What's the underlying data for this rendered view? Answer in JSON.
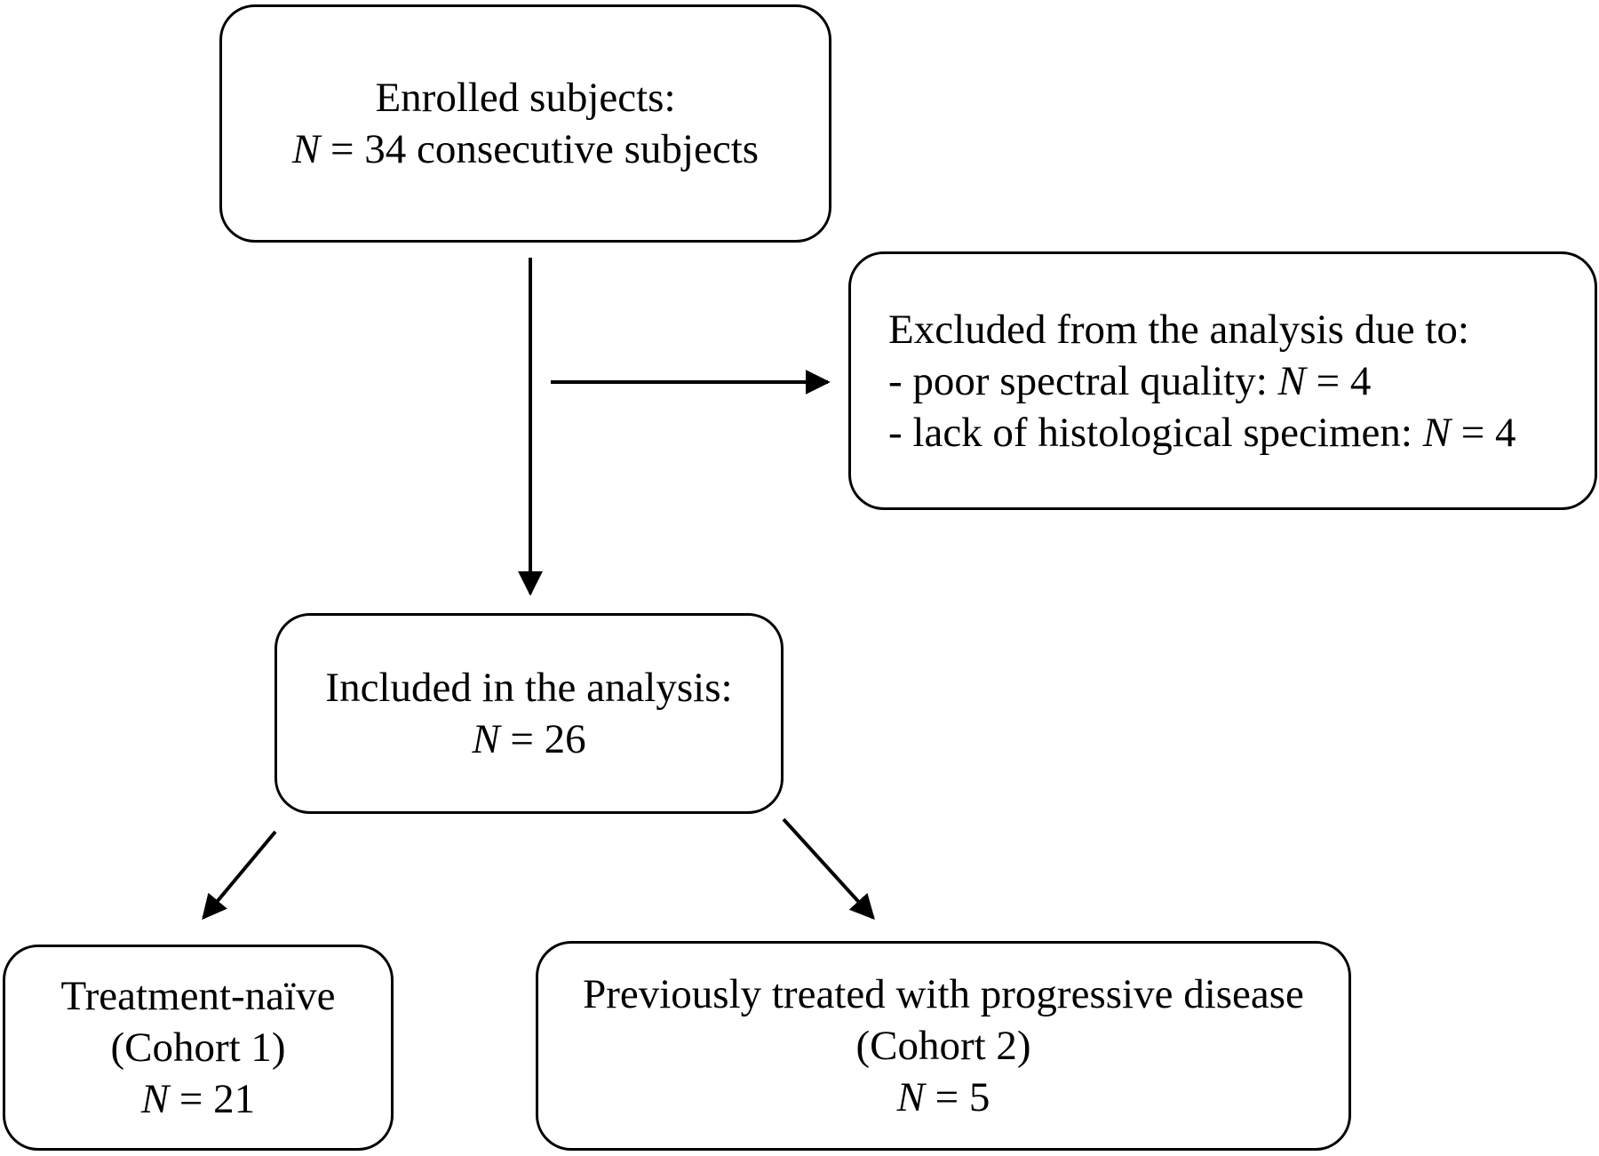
{
  "enrolled": {
    "title": "Enrolled subjects:",
    "n_symbol": "N",
    "n_text": " = 34 consecutive subjects"
  },
  "excluded": {
    "title": "Excluded from the analysis due to:",
    "reasons": [
      {
        "text": "- poor spectral quality: ",
        "n_symbol": "N",
        "n_text": " = 4"
      },
      {
        "text": "- lack of histological specimen: ",
        "n_symbol": "N",
        "n_text": " = 4"
      }
    ]
  },
  "included": {
    "title": "Included in the analysis:",
    "n_symbol": "N",
    "n_text": " = 26"
  },
  "cohort1": {
    "title": "Treatment-naïve",
    "subtitle": "(Cohort 1)",
    "n_symbol": "N",
    "n_text": " = 21"
  },
  "cohort2": {
    "title": "Previously treated with progressive disease",
    "subtitle": "(Cohort 2)",
    "n_symbol": "N",
    "n_text": " = 5"
  }
}
